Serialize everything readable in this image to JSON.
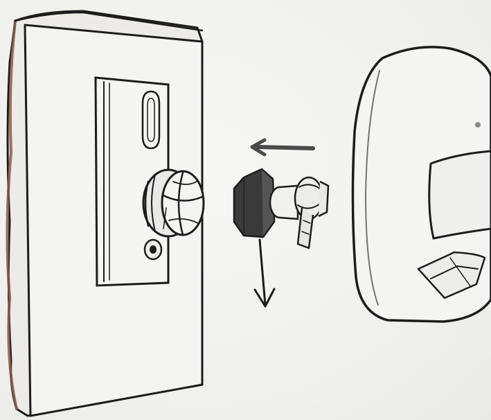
{
  "figure": {
    "kind": "installation-diagram",
    "parts": [
      "wall-panel",
      "mounting-bracket",
      "bracket-ball-joint",
      "hex-nut",
      "threaded-stud",
      "sensor-unit"
    ],
    "arrows": [
      {
        "name": "assembly-direction",
        "direction": "left"
      },
      {
        "name": "nut-drop-direction",
        "direction": "down"
      }
    ],
    "colors": {
      "ink": "#1c1c1c",
      "paper": "#f2f2f0",
      "nut": "#3a3a3a",
      "wall_edge": "#8a5a4a"
    }
  }
}
